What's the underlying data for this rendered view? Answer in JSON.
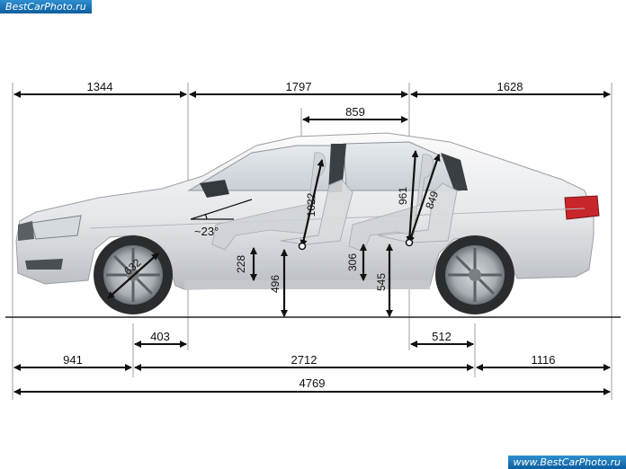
{
  "watermark": {
    "top": "BestCarPhoto.ru",
    "bottom": "www.BestCarPhoto.ru"
  },
  "dimensions": {
    "front_overhang_top": "1344",
    "front_seat_to_rear": "1797",
    "rear_section": "1628",
    "seat_spacing": "859",
    "front_headroom": "1022",
    "rear_headroom": "961",
    "rear_incline": "849",
    "seat_angle": "~23°",
    "front_seat_height": "228",
    "front_hip_height": "496",
    "rear_seat_height": "306",
    "rear_hip_height": "545",
    "wheel_size": "632",
    "front_wheel_to_seat": "403",
    "rear_seat_to_wheel": "512",
    "front_overhang": "941",
    "wheelbase": "2712",
    "rear_overhang": "1116",
    "overall_length": "4769"
  }
}
